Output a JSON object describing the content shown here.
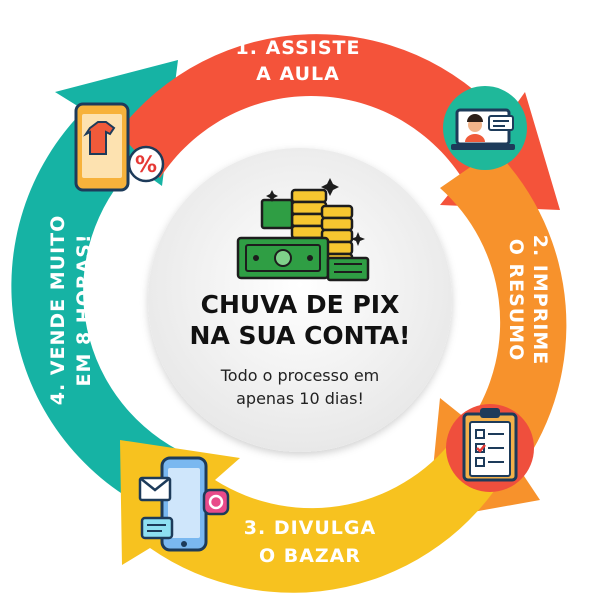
{
  "colors": {
    "step1": "#f4533a",
    "step2": "#f7922c",
    "step3": "#f7c21f",
    "step4": "#16b3a4",
    "center_bg": "#f1f1f1",
    "money_green": "#2f9e44",
    "coin_gold": "#f6c630"
  },
  "steps": [
    {
      "line1": "1. ASSISTE",
      "line2": "A AULA",
      "icon": "laptop-teacher-icon"
    },
    {
      "line1": "2. IMPRIME",
      "line2": "O RESUMO",
      "icon": "clipboard-checklist-icon"
    },
    {
      "line1": "3. DIVULGA",
      "line2": "O BAZAR",
      "icon": "phone-social-icon"
    },
    {
      "line1": "4. VENDE MUITO",
      "line2": "EM 8 HORAS!",
      "icon": "phone-shirt-discount-icon"
    }
  ],
  "center": {
    "title_line1": "CHUVA DE PIX",
    "title_line2": "NA SUA CONTA!",
    "subtitle_line1": "Todo o processo em",
    "subtitle_line2": "apenas 10 dias!",
    "icon": "money-coins-icon"
  },
  "icon_texts": {
    "discount": "%"
  }
}
